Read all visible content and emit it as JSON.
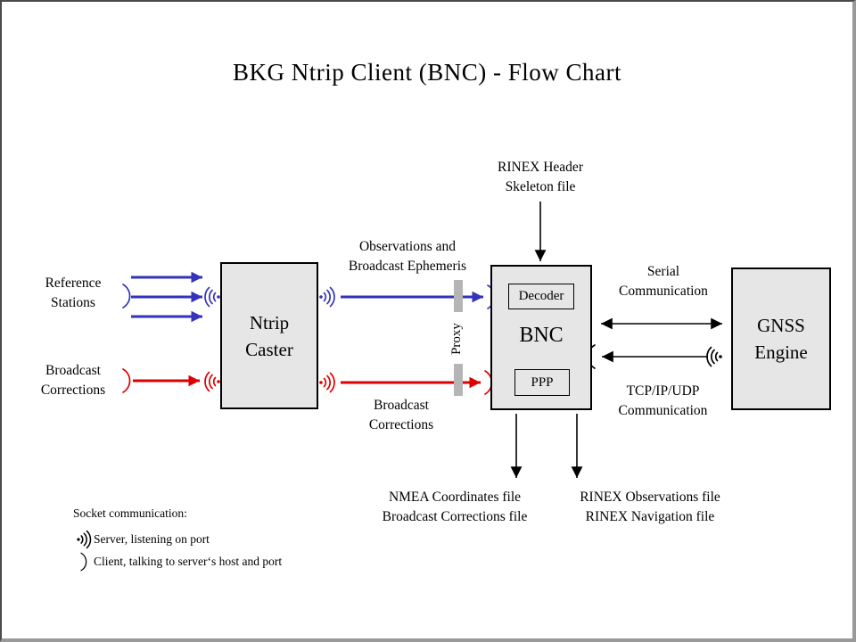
{
  "title": "BKG Ntrip Client (BNC)  -  Flow Chart",
  "nodes": {
    "ntrip_caster": {
      "lines": [
        "Ntrip",
        "Caster"
      ]
    },
    "bnc": {
      "label": "BNC",
      "decoder_label": "Decoder",
      "ppp_label": "PPP"
    },
    "gnss_engine": {
      "lines": [
        "GNSS",
        "Engine"
      ]
    }
  },
  "labels": {
    "reference_stations": {
      "lines": [
        "Reference",
        "Stations"
      ]
    },
    "broadcast_corrections_left": {
      "lines": [
        "Broadcast",
        "Corrections"
      ]
    },
    "observations_ephemeris": {
      "lines": [
        "Observations and",
        "Broadcast Ephemeris"
      ]
    },
    "broadcast_corrections_mid": {
      "lines": [
        "Broadcast",
        "Corrections"
      ]
    },
    "rinex_header_skeleton": {
      "lines": [
        "RINEX Header",
        "Skeleton file"
      ]
    },
    "serial_communication": {
      "lines": [
        "Serial",
        "Communication"
      ]
    },
    "tcp_communication": {
      "lines": [
        "TCP/IP/UDP",
        "Communication"
      ]
    },
    "proxy": "Proxy",
    "nmea_files": {
      "lines": [
        "NMEA Coordinates file",
        "Broadcast Corrections file"
      ]
    },
    "rinex_files": {
      "lines": [
        "RINEX Observations file",
        "RINEX Navigation file"
      ]
    }
  },
  "legend": {
    "heading": "Socket communication:",
    "server": "Server, listening on port",
    "client": "Client, talking to server‘s host and port"
  },
  "icons": {
    "server_socket": "radio-waves-icon",
    "client_socket": "arc-icon"
  },
  "colors": {
    "observations_stream": "#3333bb",
    "corrections_stream": "#dd0000",
    "node_fill": "#e6e6e6",
    "proxy_bar": "#b5b5b5",
    "frame_dark": "#4a4a4a",
    "frame_light": "#999999"
  }
}
